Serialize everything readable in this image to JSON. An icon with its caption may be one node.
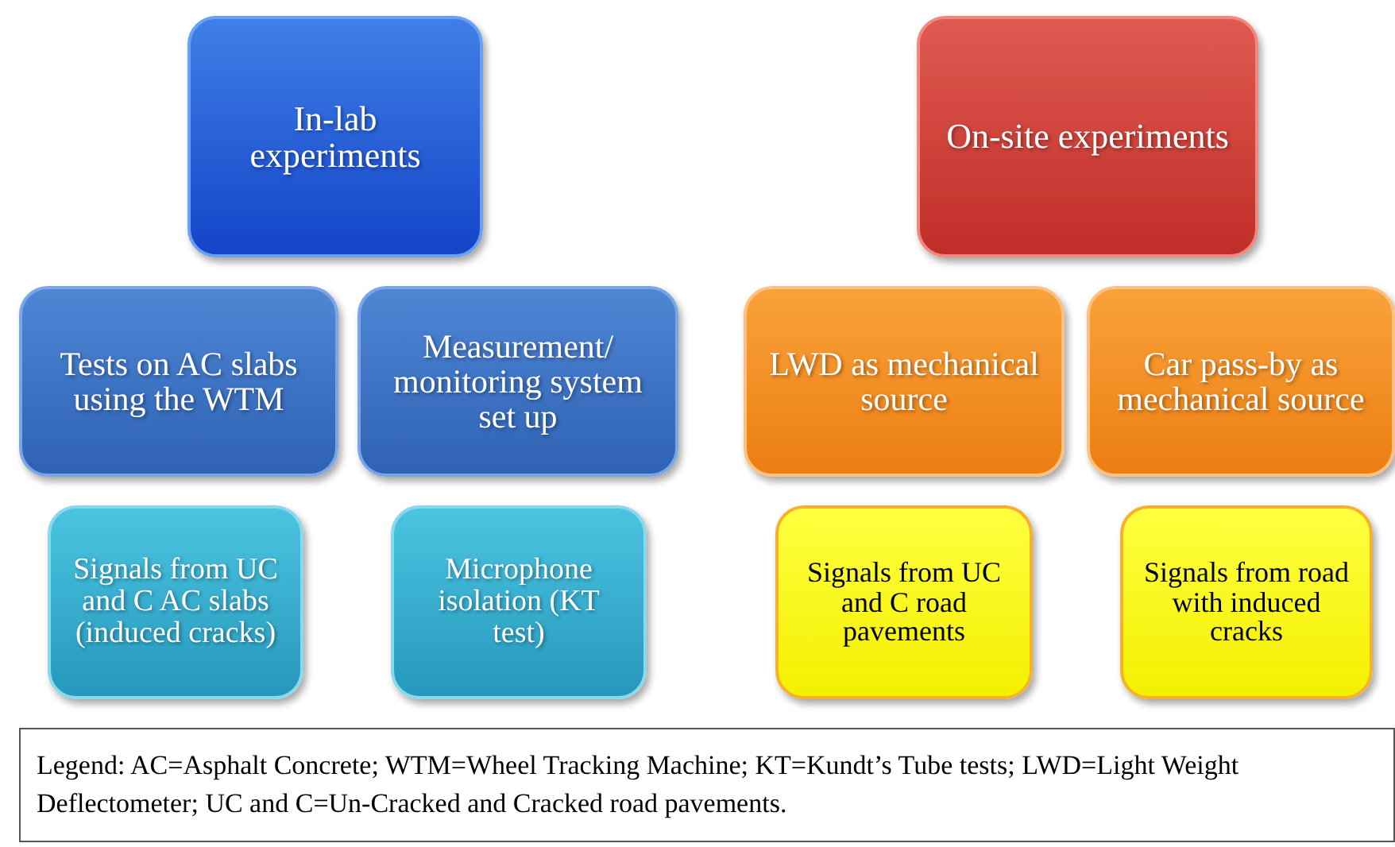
{
  "diagram": {
    "nodes": [
      {
        "text": [
          "In-lab experiments"
        ]
      },
      {
        "text": [
          "On-site experiments"
        ]
      },
      {
        "text": [
          "Tests on AC slabs using the WTM"
        ]
      },
      {
        "text": [
          "Measurement/ monitoring system set up"
        ]
      },
      {
        "text": [
          "LWD as mechanical source"
        ]
      },
      {
        "text": [
          "Car pass-by as mechanical source"
        ]
      },
      {
        "text": [
          "Signals from UC and C AC slabs (induced cracks)"
        ]
      },
      {
        "text": [
          "Microphone isolation (KT test)"
        ]
      },
      {
        "text": [
          "Signals from UC and C road pavements"
        ]
      },
      {
        "text": [
          "Signals from road with induced cracks"
        ]
      },
      {
        "text": [
          "Legend: AC=Asphalt Concrete; WTM=Wheel Tracking Machine; KT=Kundt’s Tube tests; LWD=Light Weight Deflectometer; UC and C=Un-Cracked and Cracked road pavements."
        ]
      }
    ]
  }
}
